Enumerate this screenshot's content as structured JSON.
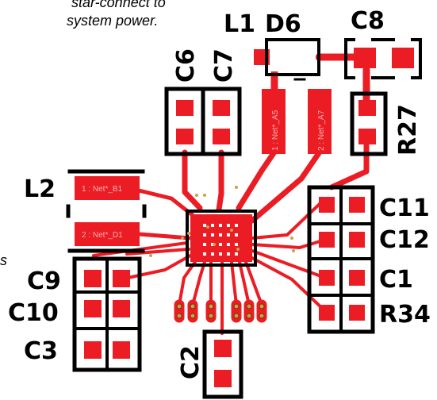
{
  "annotations": {
    "star_connect_line1": "star-connect to",
    "star_connect_line2": "system power.",
    "left_fragment": "s"
  },
  "designators": {
    "L1": "L1",
    "D6": "D6",
    "C8": "C8",
    "C6": "C6",
    "C7": "C7",
    "R27": "R27",
    "L2": "L2",
    "C11": "C11",
    "C12": "C12",
    "C1": "C1",
    "R34": "R34",
    "C9": "C9",
    "C10": "C10",
    "C3": "C3",
    "C2": "C2"
  },
  "pad_labels": {
    "l2_pin1": "1 : Net*_B1",
    "l2_pin2": "2 : Net*_D1",
    "l1_pin1": "1 : Net*_A5",
    "l1_pin2": "2 : Net*_A7"
  },
  "colors": {
    "copper": "#ec1c24",
    "silkscreen": "#000000",
    "background": "#ffffff",
    "via": "#c8a24a"
  }
}
